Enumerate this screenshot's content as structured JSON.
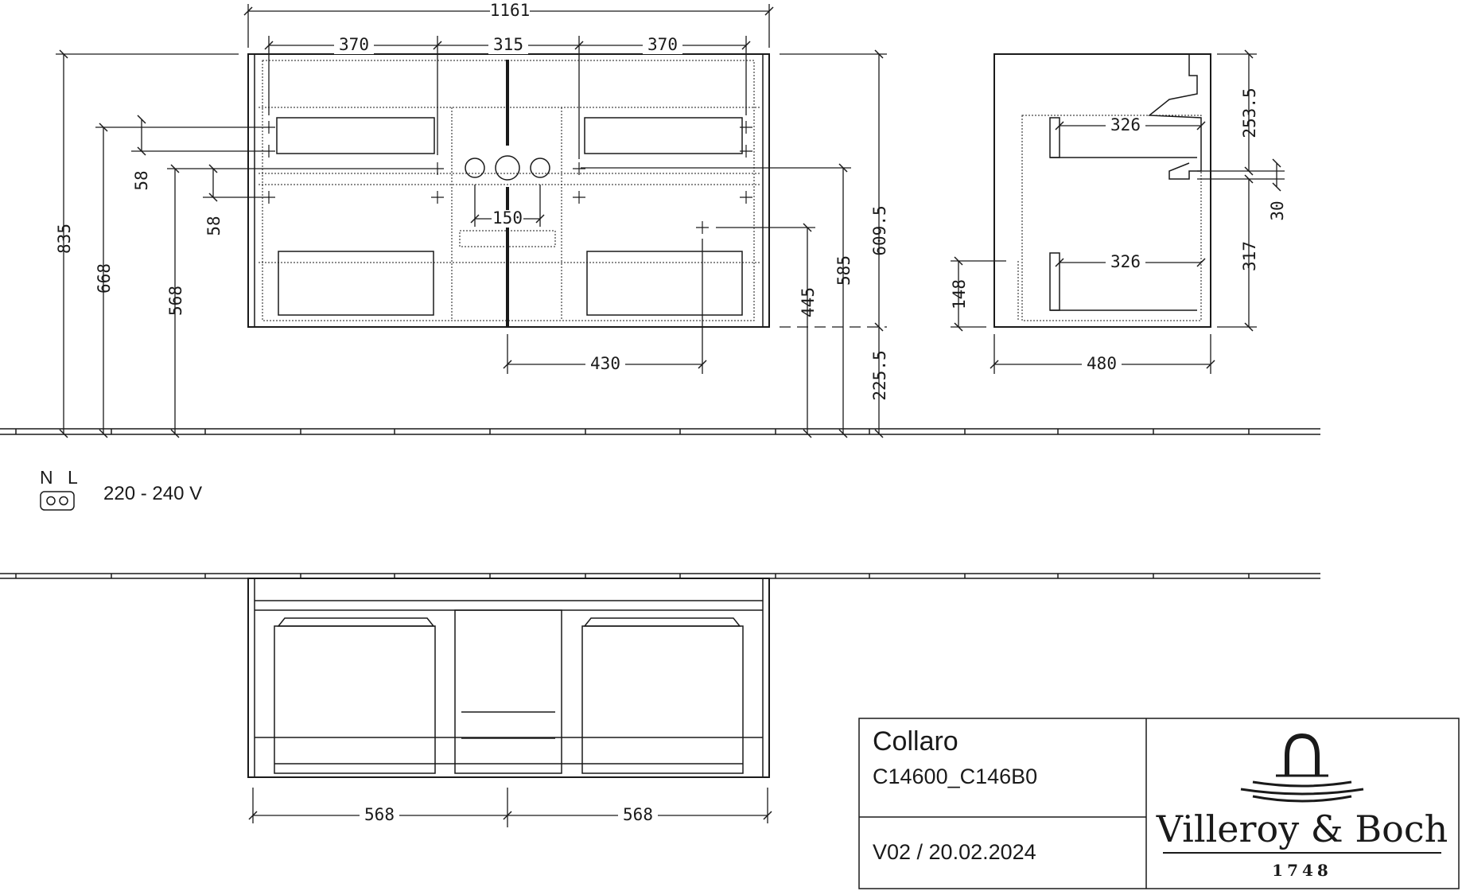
{
  "front_view": {
    "overall_width": "1161",
    "spacing_left": "370",
    "spacing_center": "315",
    "spacing_right": "370",
    "height_top": "835",
    "height_668": "668",
    "height_568": "568",
    "offset_58_a": "58",
    "offset_58_b": "58",
    "tap_spacing": "150",
    "height_609_5": "609.5",
    "height_585": "585",
    "height_445": "445",
    "height_225_5": "225.5",
    "offset_430": "430"
  },
  "side_view": {
    "depth": "480",
    "drawer_depth_top": "326",
    "drawer_depth_bottom": "326",
    "height_253_5": "253.5",
    "height_30": "30",
    "height_317": "317",
    "height_148": "148"
  },
  "plan_view": {
    "width_left": "568",
    "width_right": "568"
  },
  "electrical": {
    "neutral": "N",
    "live": "L",
    "voltage": "220 - 240 V"
  },
  "title_block": {
    "product_name": "Collaro",
    "article_number": "C14600_C146B0",
    "version_date": "V02 / 20.02.2024",
    "brand": "Villeroy & Boch",
    "founded": "1748"
  }
}
